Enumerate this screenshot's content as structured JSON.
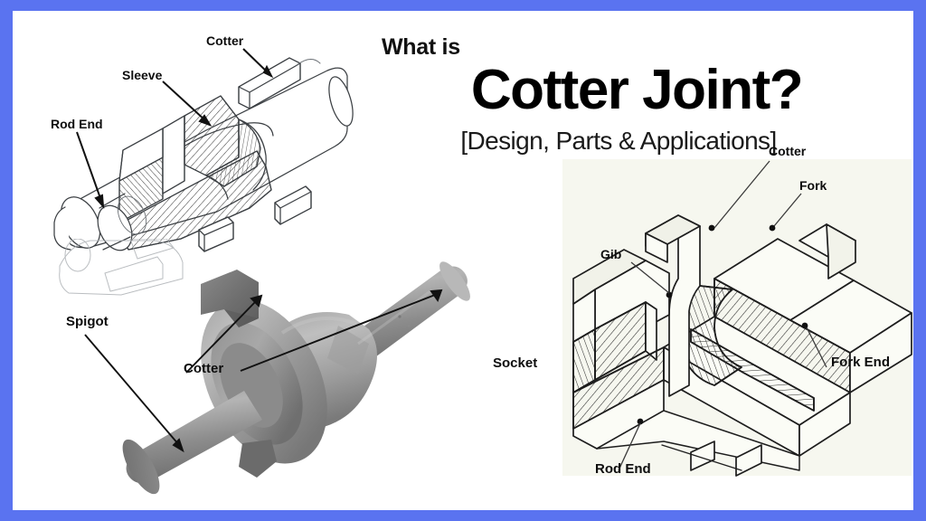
{
  "poster": {
    "border_color": "#5a73f0",
    "background_color": "#ffffff",
    "figure_tint": "#f7f8f1"
  },
  "headline": {
    "kicker": "What is",
    "title": "Cotter Joint?",
    "subtitle": "[Design, Parts & Applications]"
  },
  "figures": {
    "sectional": {
      "name": "sleeve-cotter-joint-sectional-view",
      "labels": [
        {
          "text": "Cotter",
          "id": "cotter"
        },
        {
          "text": "Sleeve",
          "id": "sleeve"
        },
        {
          "text": "Rod End",
          "id": "rod-end"
        }
      ]
    },
    "render": {
      "name": "socket-and-spigot-cotter-joint-3d-render",
      "labels": [
        {
          "text": "Spigot",
          "id": "spigot"
        },
        {
          "text": "Cotter",
          "id": "cotter"
        },
        {
          "text": "Socket",
          "id": "socket"
        }
      ]
    },
    "fork": {
      "name": "gib-and-cotter-joint-fork-end-view",
      "labels": [
        {
          "text": "Cotter",
          "id": "cotter"
        },
        {
          "text": "Fork",
          "id": "fork"
        },
        {
          "text": "Gib",
          "id": "gib"
        },
        {
          "text": "Fork End",
          "id": "fork-end"
        },
        {
          "text": "Rod End",
          "id": "rod-end"
        }
      ]
    }
  }
}
